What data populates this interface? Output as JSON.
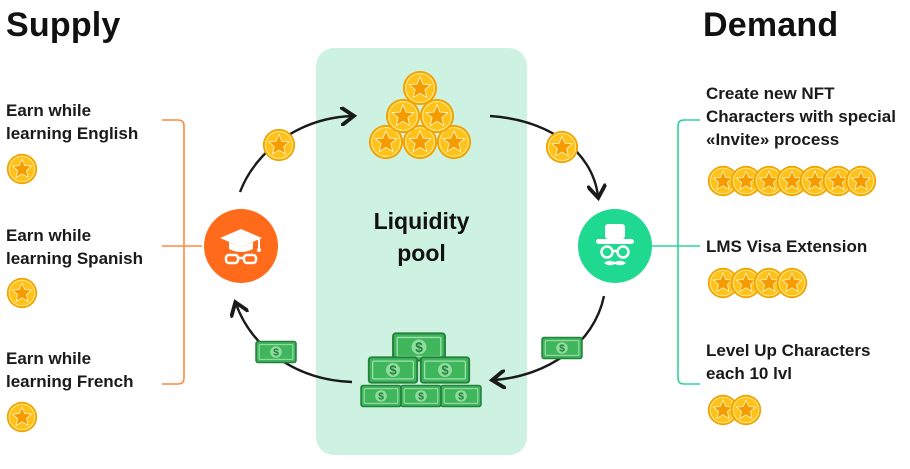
{
  "supply": {
    "title": "Supply",
    "items": [
      {
        "line1": "Earn while",
        "line2": "learning English",
        "coins": 1
      },
      {
        "line1": "Earn while",
        "line2": "learning Spanish",
        "coins": 1
      },
      {
        "line1": "Earn while",
        "line2": "learning French",
        "coins": 1
      }
    ]
  },
  "demand": {
    "title": "Demand",
    "items": [
      {
        "line1": "Create new NFT",
        "line2": "Characters with special",
        "line3": "«Invite» process",
        "coins": 7
      },
      {
        "line1": "LMS Visa Extension",
        "coins": 4
      },
      {
        "line1": "Level Up Characters",
        "line2": "each 10 lvl",
        "coins": 2
      }
    ]
  },
  "pool": {
    "line1": "Liquidity",
    "line2": "pool"
  },
  "icons": {
    "supply_node": "graduation-cap-glasses-icon",
    "demand_node": "incognito-hat-glasses-icon",
    "coin": "star-coin-icon",
    "cash": "dollar-bill-icon"
  },
  "colors": {
    "supply_accent": "#ff6b1a",
    "demand_accent": "#1ed98f",
    "pool_background": "#cdf2e2",
    "coin_gold": "#ffc21a",
    "cash_green": "#3fb65c"
  }
}
